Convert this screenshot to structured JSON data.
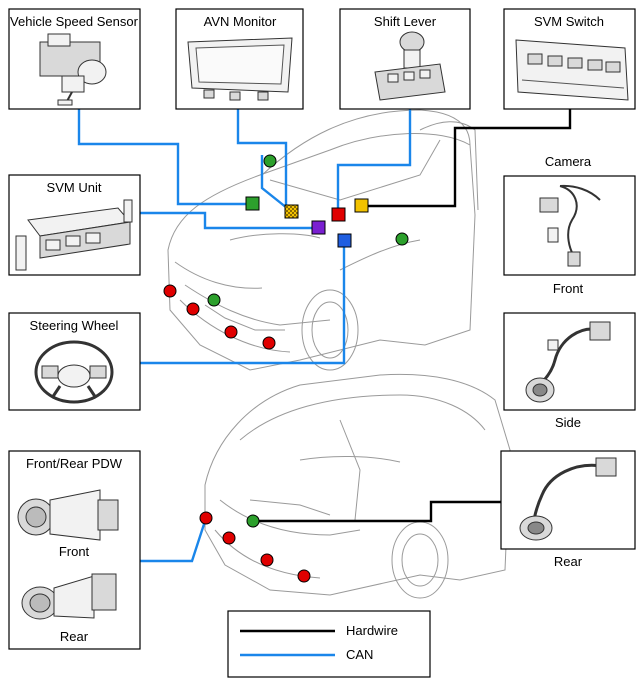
{
  "components": {
    "vehicle_speed_sensor": "Vehicle Speed Sensor",
    "avn_monitor": "AVN Monitor",
    "shift_lever": "Shift Lever",
    "svm_switch": "SVM Switch",
    "svm_unit": "SVM Unit",
    "steering_wheel": "Steering Wheel",
    "camera": "Camera",
    "camera_front": "Front",
    "camera_side": "Side",
    "camera_rear": "Rear",
    "pdw": "Front/Rear PDW",
    "pdw_front": "Front",
    "pdw_rear": "Rear"
  },
  "legend": {
    "hardwire": "Hardwire",
    "can": "CAN"
  },
  "colors": {
    "can_line": "#1a86ea",
    "hardwire_line": "#000000",
    "green_marker": "#2ca02c",
    "red_marker": "#e00000",
    "purple_marker": "#7a1fd1",
    "blue_marker": "#1f5ee0",
    "yellow_marker": "#f2c200"
  }
}
